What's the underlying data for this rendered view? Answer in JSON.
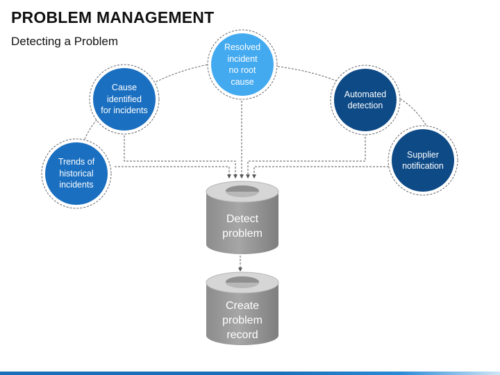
{
  "header": {
    "title": "PROBLEM MANAGEMENT",
    "subtitle": "Detecting a Problem"
  },
  "nodes": {
    "trends": {
      "label": "Trends of\nhistorical\nincidents",
      "color": "#1a6fc0"
    },
    "cause": {
      "label": "Cause\nidentified\nfor incidents",
      "color": "#1a6fc0"
    },
    "resolved": {
      "label": "Resolved\nincident\nno root\ncause",
      "color": "#44aaf0"
    },
    "automated": {
      "label": "Automated\ndetection",
      "color": "#0d4a86"
    },
    "supplier": {
      "label": "Supplier\nnotification",
      "color": "#0d4a86"
    }
  },
  "steps": {
    "detect": {
      "label": "Detect\nproblem"
    },
    "create": {
      "label": "Create\nproblem\nrecord"
    }
  },
  "colors": {
    "cylinder_body": "#9a9a9a",
    "cylinder_top": "#d9d9d9",
    "connector": "#555555",
    "accent": "#1b6fb8"
  }
}
